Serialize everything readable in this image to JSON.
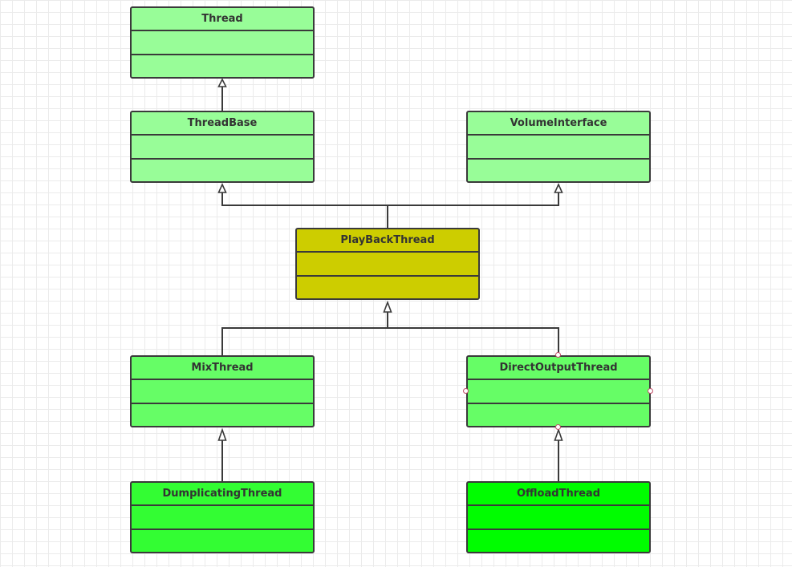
{
  "diagram": {
    "classes": [
      {
        "id": "thread",
        "name": "Thread",
        "color": "#98fd98"
      },
      {
        "id": "threadbase",
        "name": "ThreadBase",
        "color": "#98fd98"
      },
      {
        "id": "volumeinterface",
        "name": "VolumeInterface",
        "color": "#98fd98"
      },
      {
        "id": "playbackthread",
        "name": "PlayBackThread",
        "color": "#cdcd00"
      },
      {
        "id": "mixthread",
        "name": "MixThread",
        "color": "#66fd66"
      },
      {
        "id": "directoutputthread",
        "name": "DirectOutputThread",
        "color": "#66fd66"
      },
      {
        "id": "dumplicatingthread",
        "name": "DumplicatingThread",
        "color": "#33fd33"
      },
      {
        "id": "offloadthread",
        "name": "OffloadThread",
        "color": "#00fd00"
      }
    ],
    "relations": [
      {
        "type": "inheritance",
        "from": "ThreadBase",
        "to": "Thread"
      },
      {
        "type": "inheritance",
        "from": "PlayBackThread",
        "to": "ThreadBase"
      },
      {
        "type": "inheritance",
        "from": "PlayBackThread",
        "to": "VolumeInterface"
      },
      {
        "type": "inheritance",
        "from": "MixThread",
        "to": "PlayBackThread"
      },
      {
        "type": "inheritance",
        "from": "DirectOutputThread",
        "to": "PlayBackThread"
      },
      {
        "type": "inheritance",
        "from": "DumplicatingThread",
        "to": "MixThread"
      },
      {
        "type": "inheritance",
        "from": "OffloadThread",
        "to": "DirectOutputThread"
      }
    ],
    "colors": {
      "border": "#3a3a3a",
      "line": "#3a3a3a",
      "grid": "#ebebeb",
      "handle": "#c0506a"
    }
  }
}
